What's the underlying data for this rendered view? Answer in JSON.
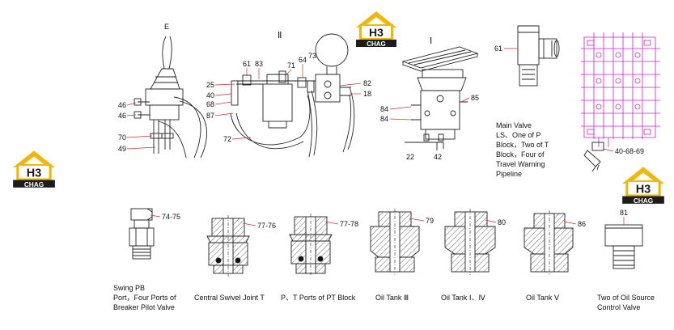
{
  "section_labels": {
    "e": "E",
    "ii": "Ⅱ",
    "i": "Ⅰ"
  },
  "callouts": {
    "c61a": "61",
    "c83": "83",
    "c71": "71",
    "c64": "64",
    "c73": "73",
    "c25": "25",
    "c40a": "40",
    "c68a": "68",
    "c87": "87",
    "c82": "82",
    "c18": "18",
    "c72": "72",
    "c46a": "46",
    "c46b": "46",
    "c70": "70",
    "c49": "49",
    "c84a": "84",
    "c84b": "84",
    "c85": "85",
    "c22": "22",
    "c42": "42",
    "c61b": "61",
    "c406869": "40-68-69",
    "c7475": "74-75",
    "c7776": "77-76",
    "c7778": "77-78",
    "c79": "79",
    "c80": "80",
    "c86": "86",
    "c81": "81"
  },
  "captions": {
    "main_valve": [
      "Main Valve",
      "LS、One of P",
      "Block，Two of T",
      "Block，Four of",
      "Travel Warning",
      "Pipeline"
    ],
    "swing": [
      "Swing  PB",
      "Port，Four Ports of",
      "Breaker Pilot Valve"
    ],
    "swivel": "Central Swivel Joint T",
    "pt": "P、T Ports of PT Block",
    "tank3": "Oil Tank Ⅲ",
    "tank14": "Oil Tank Ⅰ、Ⅳ",
    "tank5": "Oil Tank Ⅴ",
    "source": [
      "Two of Oil Source",
      "Control Valve"
    ]
  },
  "logo": {
    "text_top": "H3",
    "text_bottom": "CHAG"
  },
  "colors": {
    "logo_yellow": "#f2b705",
    "logo_dark": "#1c1c1c",
    "valve_magenta": "#d21fd2",
    "line": "#222222",
    "hatch": "#444444"
  }
}
